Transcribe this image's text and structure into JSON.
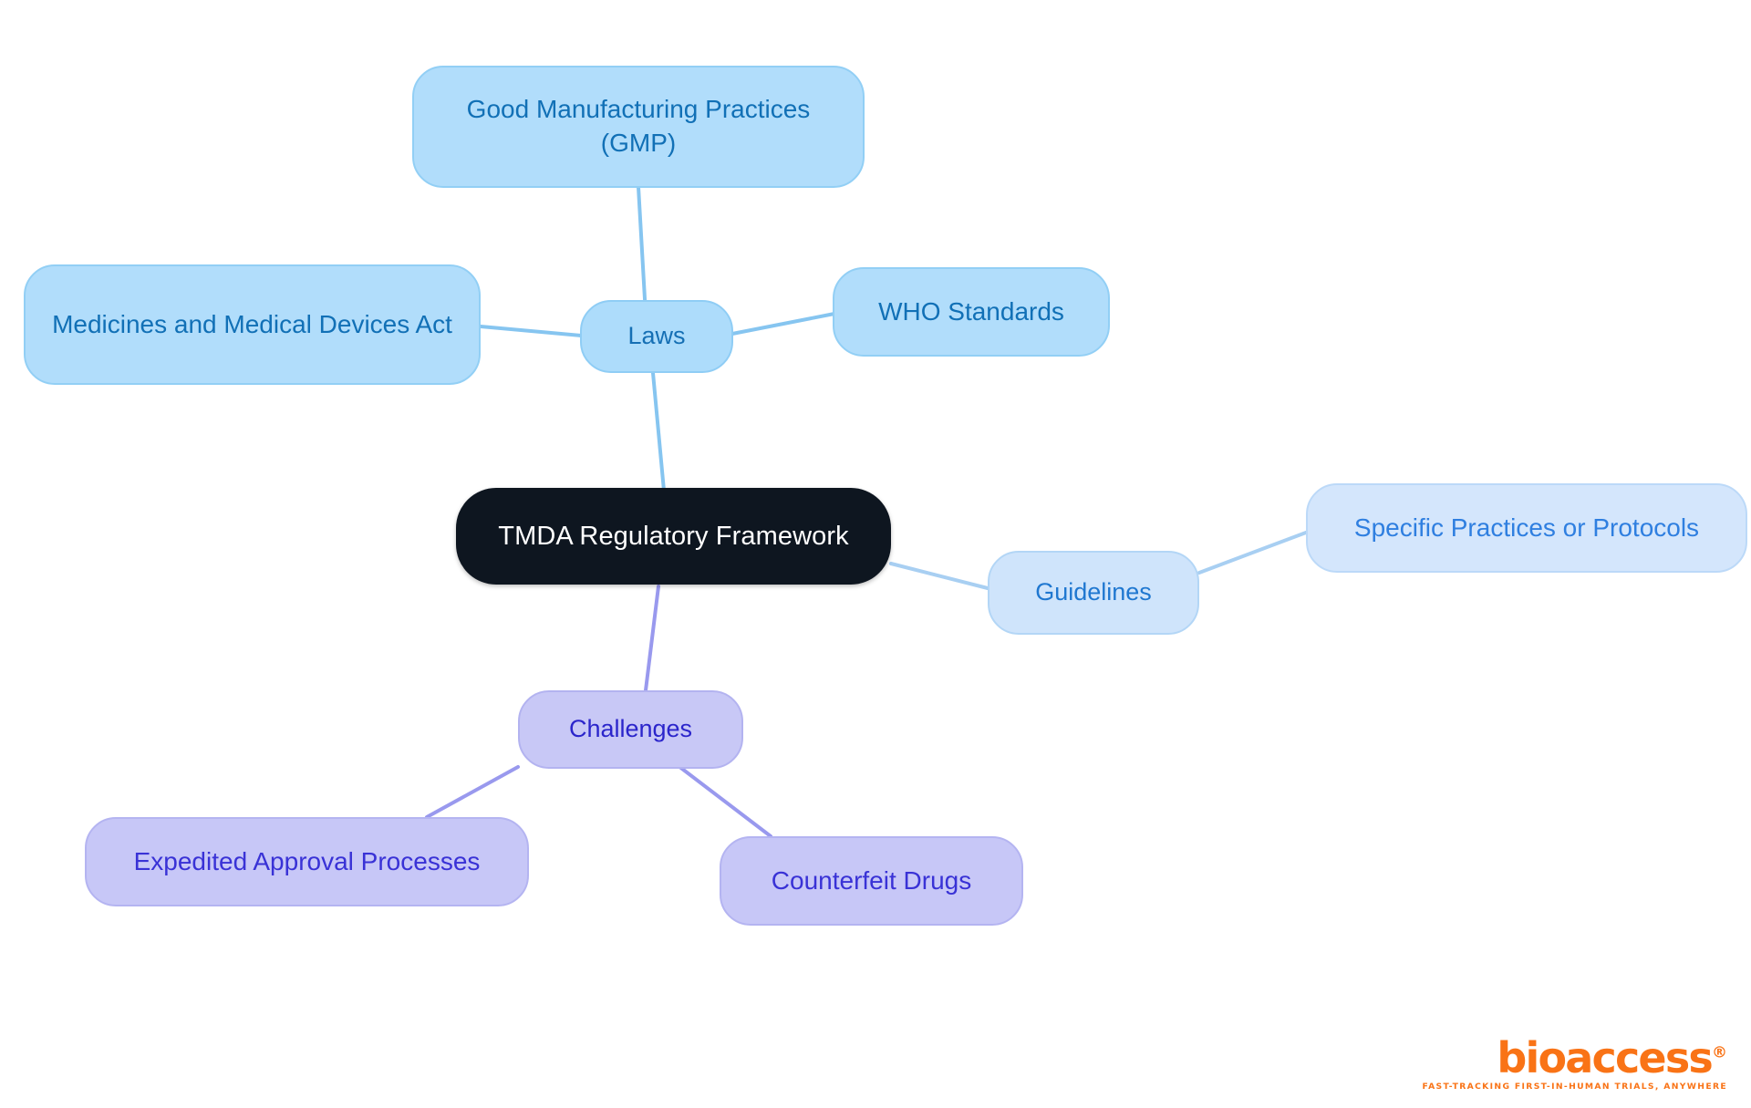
{
  "diagram": {
    "type": "mindmap",
    "title": "TMDA Regulatory Framework",
    "background_color": "#ffffff",
    "root": {
      "id": "root",
      "label": "TMDA Regulatory Framework",
      "fill": "#0e1620",
      "text_color": "#ffffff"
    },
    "branches": [
      {
        "id": "laws",
        "label": "Laws",
        "fill": "#addcfb",
        "text_color": "#156fb4",
        "edge_color": "#86c5f0",
        "children": [
          {
            "id": "gmp",
            "label": "Good Manufacturing Practices (GMP)",
            "fill": "#b1ddfb",
            "text_color": "#1170b6"
          },
          {
            "id": "who",
            "label": "WHO Standards",
            "fill": "#b1ddfb",
            "text_color": "#1170b6"
          },
          {
            "id": "mmda",
            "label": "Medicines and Medical Devices Act",
            "fill": "#b1ddfb",
            "text_color": "#1170b6"
          }
        ]
      },
      {
        "id": "guidelines",
        "label": "Guidelines",
        "fill": "#cfe4fb",
        "text_color": "#1f77d0",
        "edge_color": "#a8cff2",
        "children": [
          {
            "id": "protocols",
            "label": "Specific Practices or Protocols",
            "fill": "#d4e6fc",
            "text_color": "#2f7fe0"
          }
        ]
      },
      {
        "id": "challenges",
        "label": "Challenges",
        "fill": "#c8c8f6",
        "text_color": "#2b25cb",
        "edge_color": "#9999ee",
        "children": [
          {
            "id": "expedited",
            "label": "Expedited Approval Processes",
            "fill": "#c7c7f7",
            "text_color": "#3932d6"
          },
          {
            "id": "counterfeit",
            "label": "Counterfeit Drugs",
            "fill": "#c7c7f7",
            "text_color": "#3932d6"
          }
        ]
      }
    ],
    "edges": [
      {
        "from": "root",
        "to": "laws",
        "color": "#86c5f0"
      },
      {
        "from": "laws",
        "to": "gmp",
        "color": "#86c5f0"
      },
      {
        "from": "laws",
        "to": "who",
        "color": "#86c5f0"
      },
      {
        "from": "laws",
        "to": "mmda",
        "color": "#86c5f0"
      },
      {
        "from": "root",
        "to": "guidelines",
        "color": "#a8cff2"
      },
      {
        "from": "guidelines",
        "to": "protocols",
        "color": "#a8cff2"
      },
      {
        "from": "root",
        "to": "challenges",
        "color": "#9999ee"
      },
      {
        "from": "challenges",
        "to": "expedited",
        "color": "#9999ee"
      },
      {
        "from": "challenges",
        "to": "counterfeit",
        "color": "#9999ee"
      }
    ]
  },
  "branding": {
    "wordmark": "bioaccess",
    "registered_mark": "®",
    "tagline": "FAST-TRACKING FIRST-IN-HUMAN TRIALS, ANYWHERE",
    "color": "#f97316"
  }
}
